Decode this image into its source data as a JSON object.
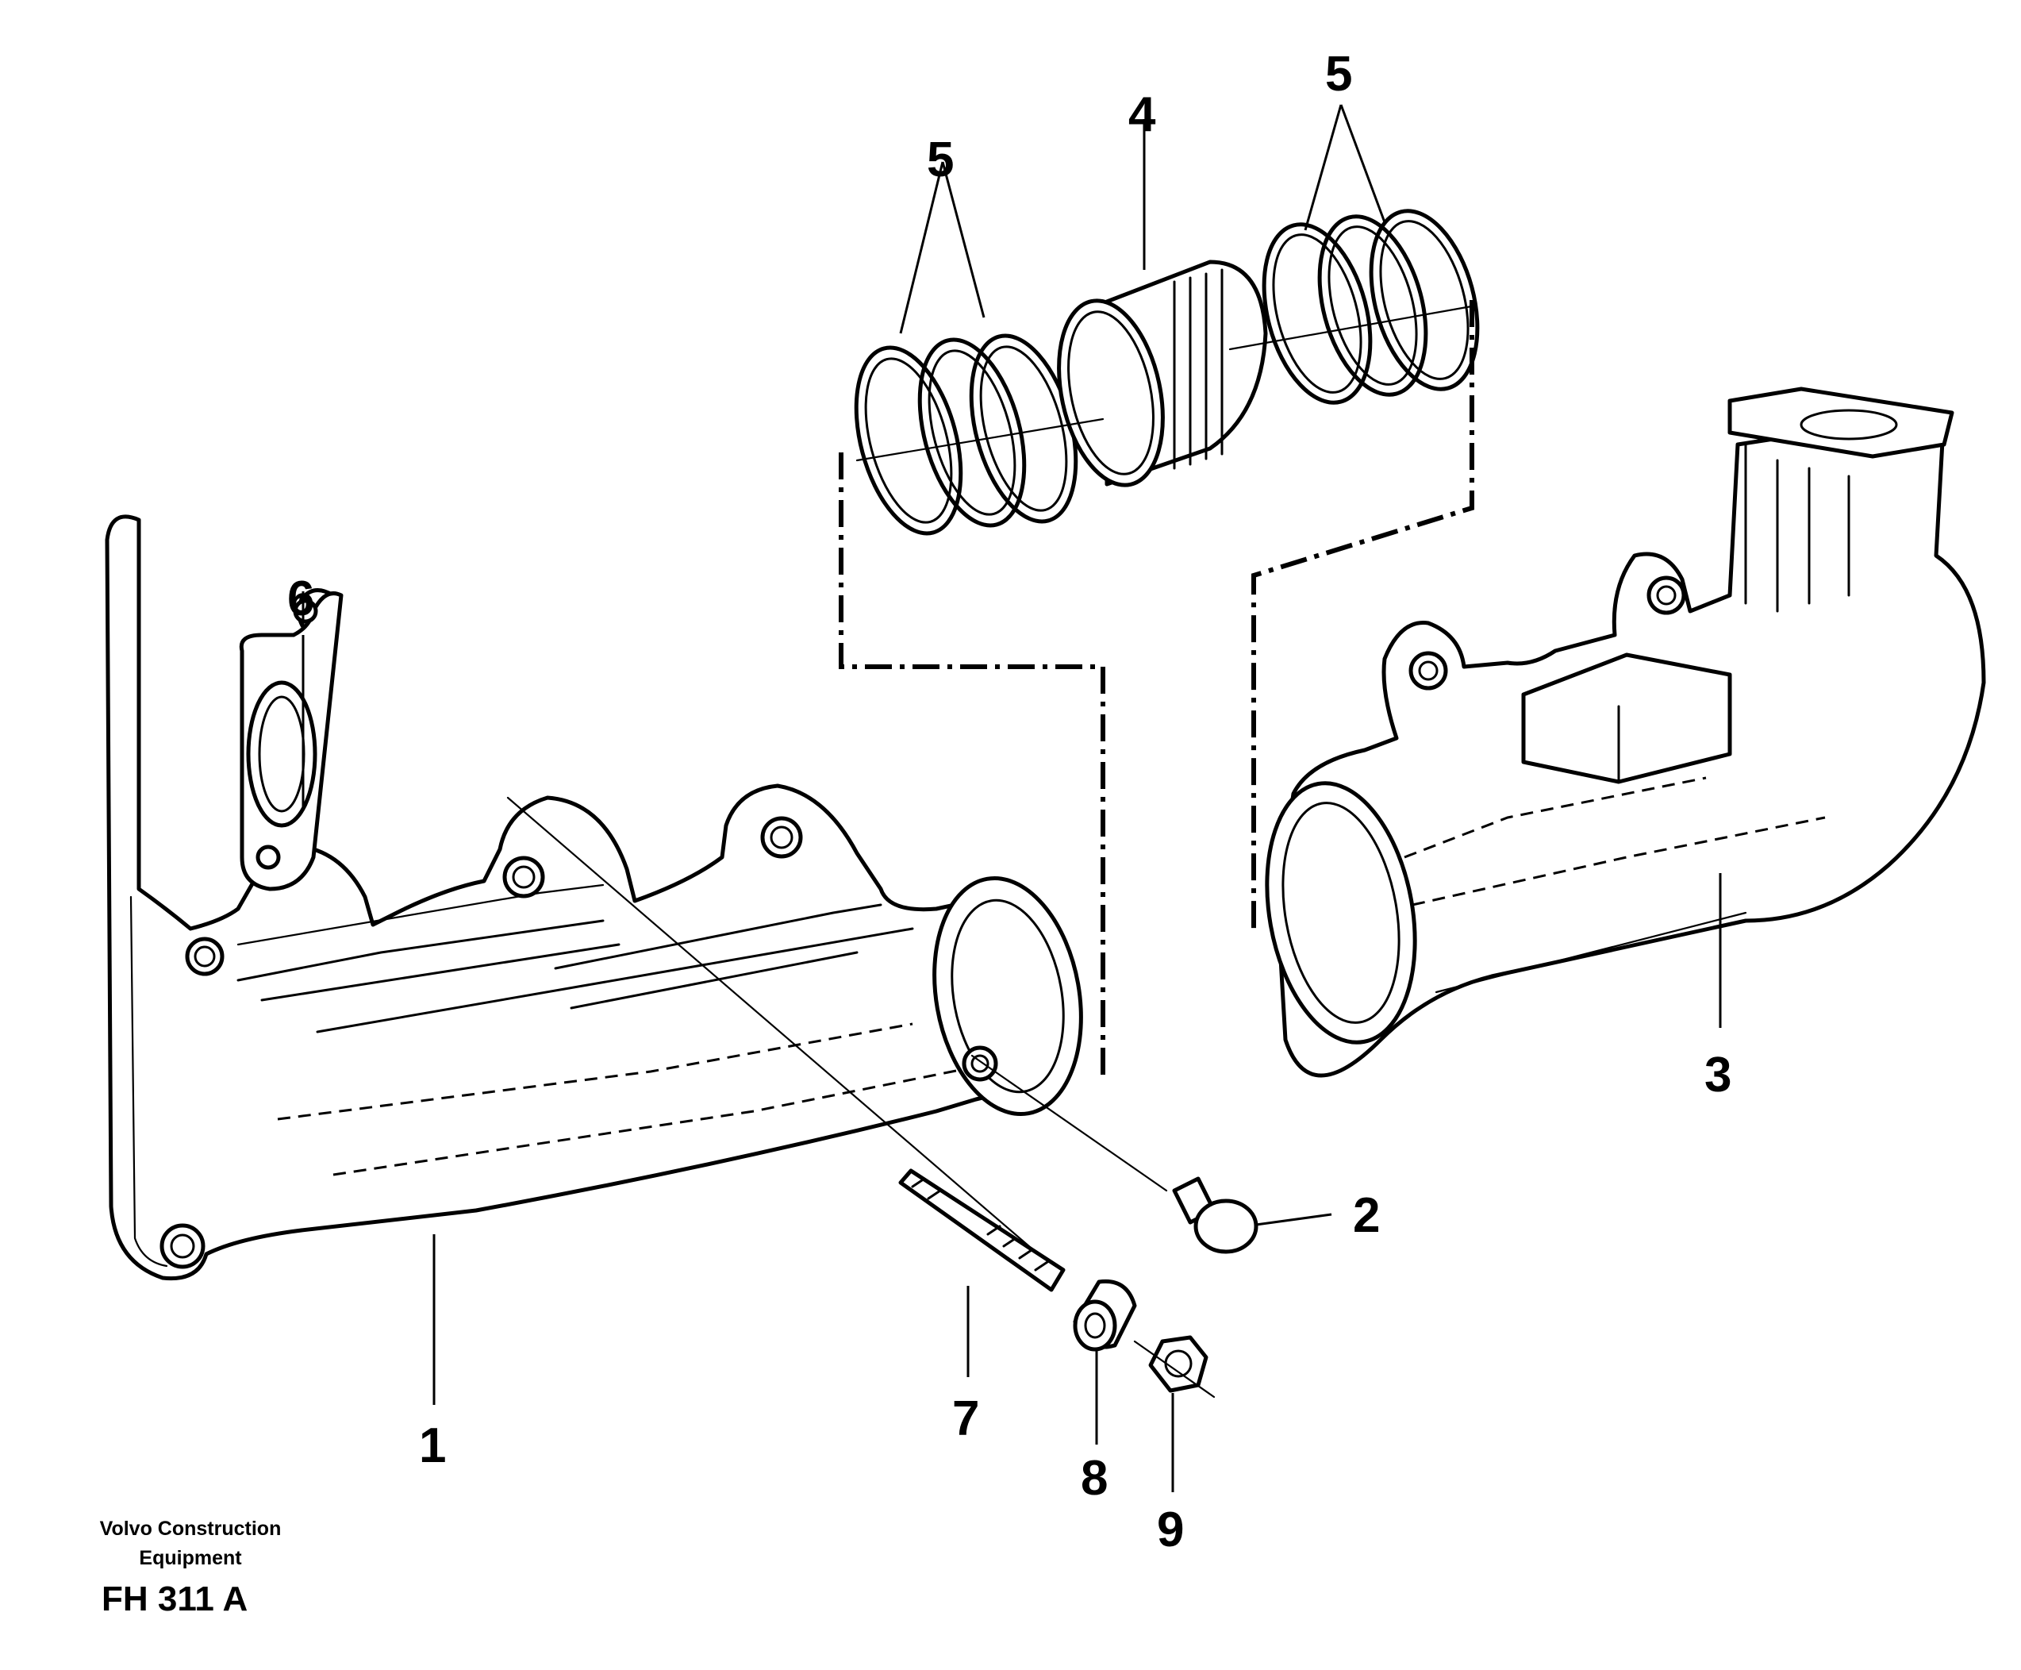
{
  "colors": {
    "ink": "#000000",
    "paper": "#ffffff"
  },
  "callouts": {
    "c1": "1",
    "c2": "2",
    "c3": "3",
    "c4": "4",
    "c5_left": "5",
    "c5_right": "5",
    "c6": "6",
    "c7": "7",
    "c8": "8",
    "c9": "9"
  },
  "footer": {
    "company_line_1": "Volvo Construction",
    "company_line_2": "Equipment",
    "figure_code": "FH 311 A"
  }
}
